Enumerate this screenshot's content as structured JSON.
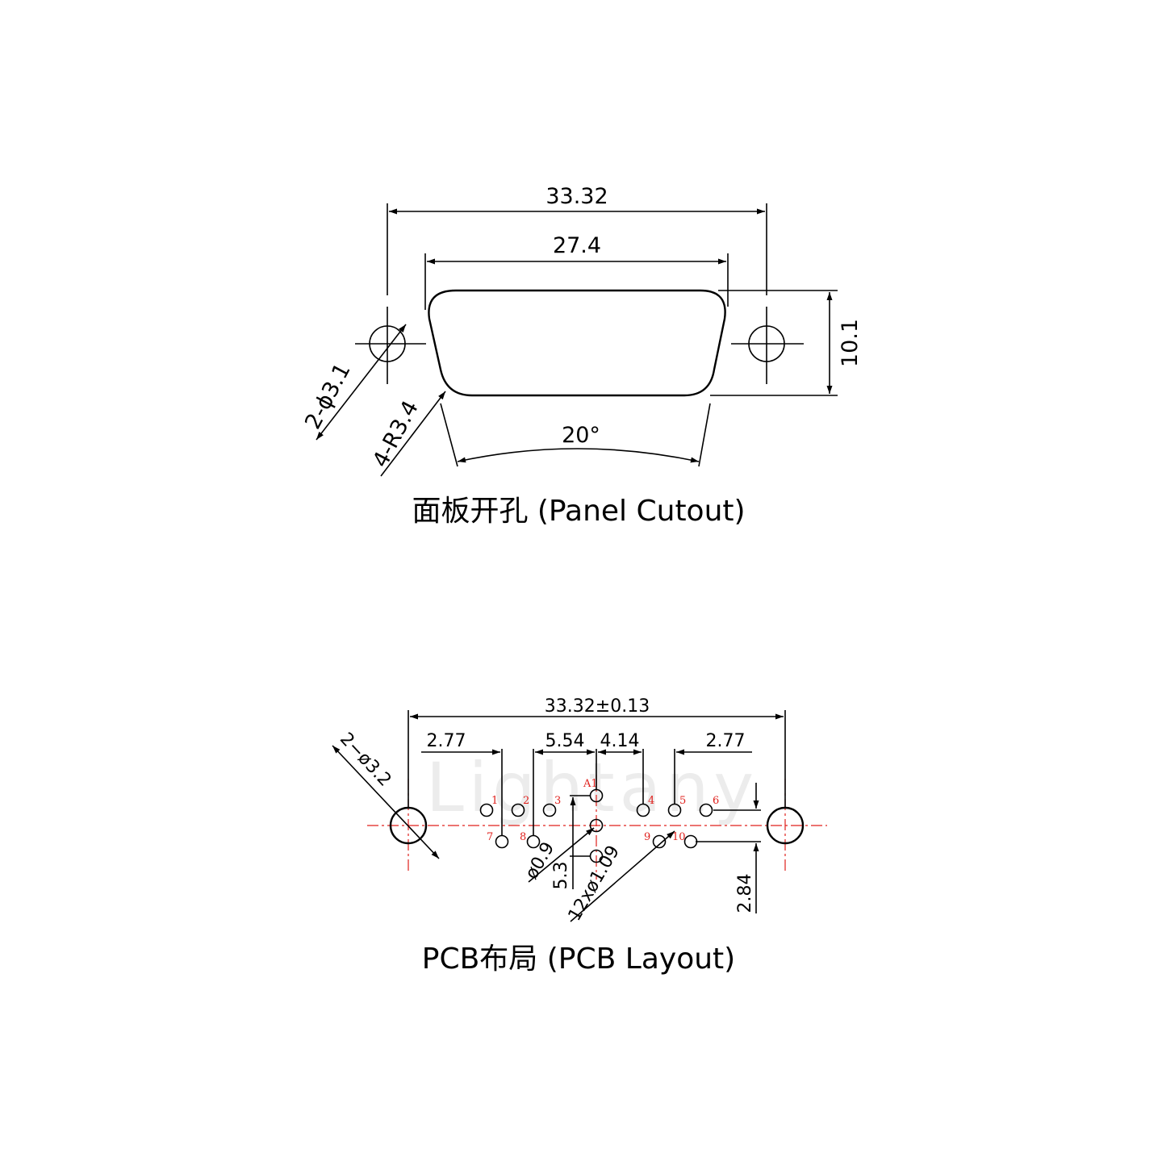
{
  "panel": {
    "dim_outer_width": "33.32",
    "dim_inner_width": "27.4",
    "dim_height": "10.1",
    "dim_hole": "2-ϕ3.1",
    "dim_radius": "4-R3.4",
    "dim_angle": "20°",
    "caption": "面板开孔 (Panel Cutout)"
  },
  "pcb": {
    "dim_total": "33.32±0.13",
    "dim_left_edge": "2.77",
    "dim_mid_left": "5.54",
    "dim_mid_right": "4.14",
    "dim_right_edge": "2.77",
    "dim_mount_hole": "2−ø3.2",
    "dim_pin_hole": "ø0.9",
    "dim_row_pitch": "5.3",
    "dim_coax_holes": "12xø1.09",
    "dim_vertical": "2.84",
    "watermark": "Lightany",
    "pin_labels": [
      "1",
      "2",
      "3",
      "4",
      "5",
      "6",
      "7",
      "8",
      "9",
      "10",
      "A1"
    ],
    "caption": "PCB布局 (PCB Layout)"
  },
  "colors": {
    "line": "#000000",
    "centerline": "#e0201c",
    "pin_label": "#e0201c",
    "watermark": "#ececec"
  }
}
